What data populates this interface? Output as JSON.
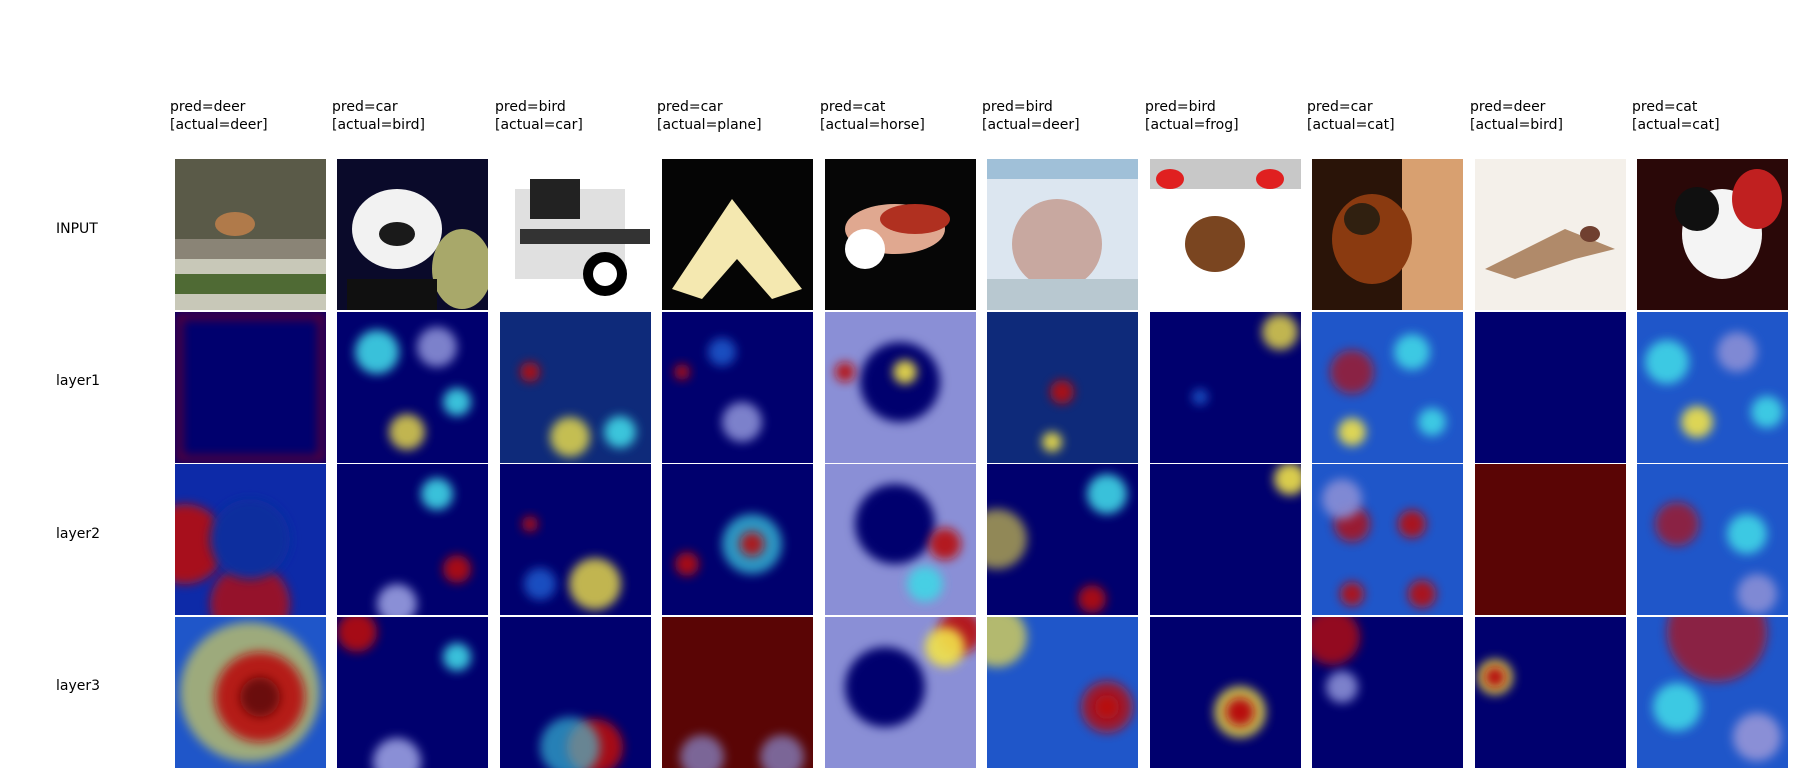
{
  "columns": [
    {
      "pred": "pred=deer",
      "actual": "[actual=deer]"
    },
    {
      "pred": "pred=car",
      "actual": "[actual=bird]"
    },
    {
      "pred": "pred=bird",
      "actual": "[actual=car]"
    },
    {
      "pred": "pred=car",
      "actual": "[actual=plane]"
    },
    {
      "pred": "pred=cat",
      "actual": "[actual=horse]"
    },
    {
      "pred": "pred=bird",
      "actual": "[actual=deer]"
    },
    {
      "pred": "pred=bird",
      "actual": "[actual=frog]"
    },
    {
      "pred": "pred=car",
      "actual": "[actual=cat]"
    },
    {
      "pred": "pred=deer",
      "actual": "[actual=bird]"
    },
    {
      "pred": "pred=cat",
      "actual": "[actual=cat]"
    }
  ],
  "rows": [
    "INPUT",
    "layer1",
    "layer2",
    "layer3"
  ],
  "colors": {
    "heat_low": "#00006e",
    "heat_mid_blue": "#1f56c9",
    "heat_cyan": "#3fd6e6",
    "heat_yellow": "#f2e34a",
    "heat_red": "#b81010",
    "heat_dark_red": "#5a0505",
    "overlay_lavender": "#8a8fd6"
  }
}
